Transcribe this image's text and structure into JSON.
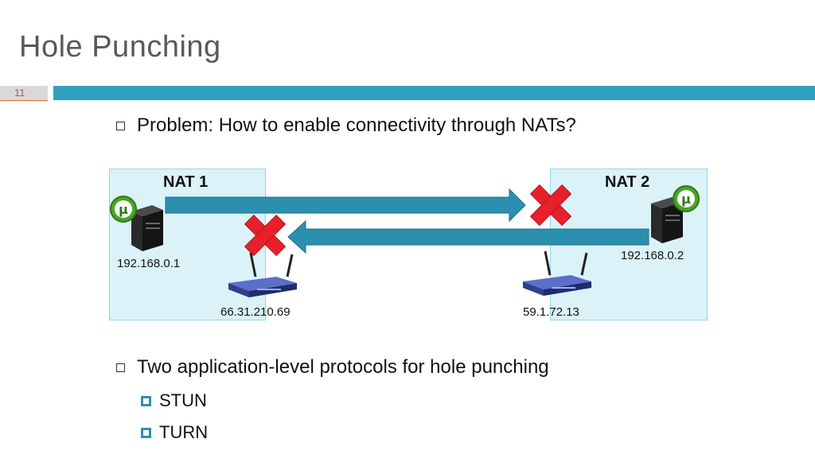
{
  "slide": {
    "title": "Hole Punching",
    "number": "11"
  },
  "bullets": {
    "problem": "Problem: How to enable connectivity through NATs?",
    "protocols": "Two application-level protocols for hole punching",
    "sub": [
      "STUN",
      "TURN"
    ]
  },
  "diagram": {
    "nat1": {
      "label": "NAT 1",
      "host_ip": "192.168.0.1",
      "router_ip": "66.31.210.69"
    },
    "nat2": {
      "label": "NAT 2",
      "host_ip": "192.168.0.2",
      "router_ip": "59.1.72.13"
    },
    "icons": [
      "server-icon",
      "utorrent-icon",
      "router-icon",
      "blocked-x-icon",
      "arrow-right-icon",
      "arrow-left-icon"
    ],
    "colors": {
      "arrow": "#2c8fb0",
      "blocked": "#e8202a",
      "nat_fill": "#dbf3f8",
      "accent_bar": "#31a0c0"
    }
  }
}
